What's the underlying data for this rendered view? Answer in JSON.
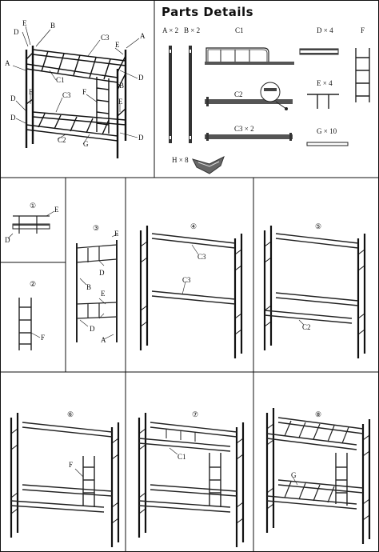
{
  "title": "Parts Details",
  "overview_labels": {
    "e1": "E",
    "b1": "B",
    "c3": "C3",
    "e2": "E",
    "a1": "A",
    "d1": "D",
    "a2": "A",
    "c1": "C1",
    "b2": "B",
    "d2": "D",
    "e3": "E",
    "c3b": "C3",
    "f": "F",
    "e4": "E",
    "d3": "D",
    "c2": "C2",
    "g": "G",
    "d4": "D",
    "d5": "D"
  },
  "parts": {
    "a": "A × 2",
    "b": "B × 2",
    "c1": "C1",
    "d": "D × 4",
    "f": "F",
    "c2": "C2",
    "e": "E × 4",
    "c3": "C3 × 2",
    "g": "G × 10",
    "h": "H × 8"
  },
  "steps": [
    {
      "num": "①",
      "labels": [
        "E",
        "D"
      ]
    },
    {
      "num": "②",
      "labels": [
        "F"
      ]
    },
    {
      "num": "③",
      "labels": [
        "E",
        "D",
        "B",
        "E",
        "D",
        "A"
      ]
    },
    {
      "num": "④",
      "labels": [
        "C3",
        "C3"
      ]
    },
    {
      "num": "⑤",
      "labels": [
        "C2"
      ]
    },
    {
      "num": "⑥",
      "labels": [
        "F"
      ]
    },
    {
      "num": "⑦",
      "labels": [
        "C1"
      ]
    },
    {
      "num": "⑧",
      "labels": [
        "G"
      ]
    }
  ]
}
